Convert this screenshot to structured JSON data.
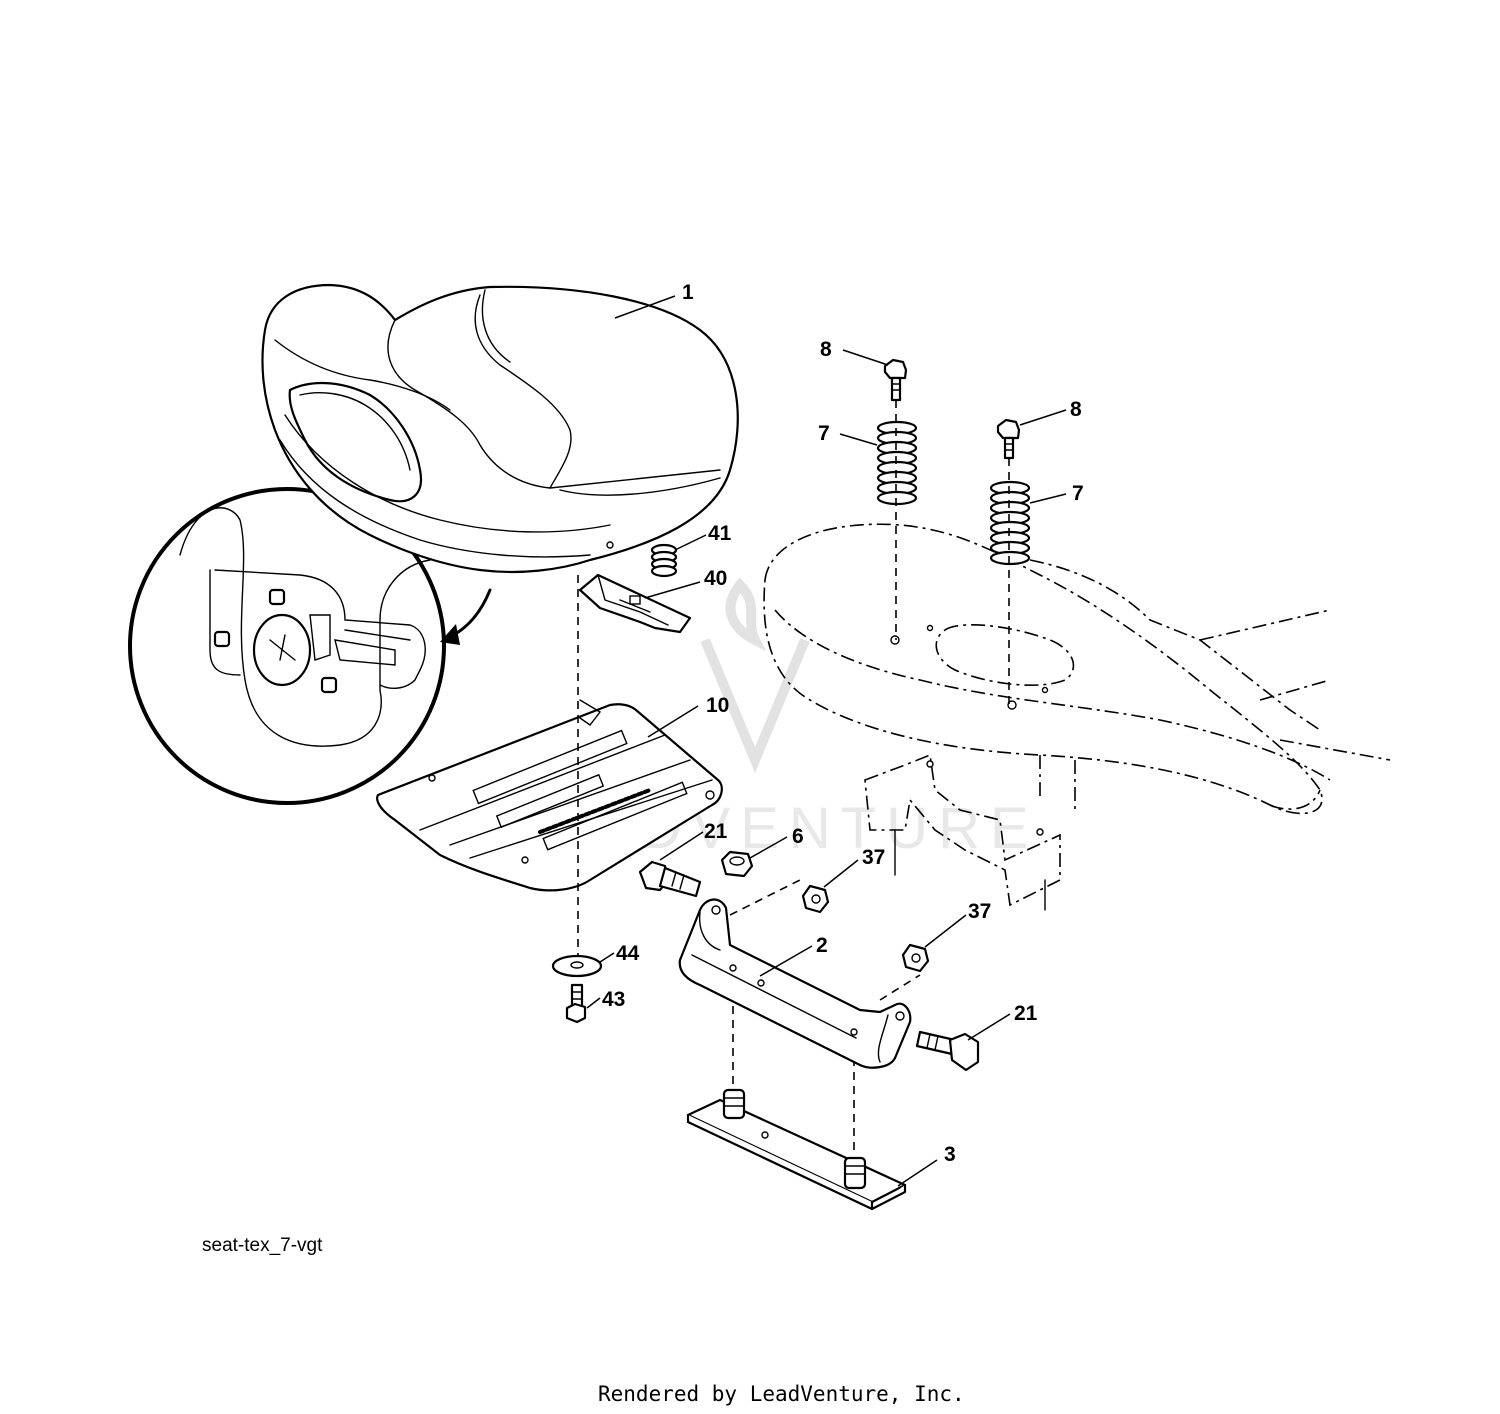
{
  "figure_id": "seat-tex_7-vgt",
  "footer": "Rendered by LeadVenture, Inc.",
  "watermark": "LEADVENTURE",
  "callouts": [
    {
      "id": "c1",
      "label": "1"
    },
    {
      "id": "c8a",
      "label": "8"
    },
    {
      "id": "c8b",
      "label": "8"
    },
    {
      "id": "c7a",
      "label": "7"
    },
    {
      "id": "c7b",
      "label": "7"
    },
    {
      "id": "c41",
      "label": "41"
    },
    {
      "id": "c40",
      "label": "40"
    },
    {
      "id": "c10",
      "label": "10"
    },
    {
      "id": "c21a",
      "label": "21"
    },
    {
      "id": "c6",
      "label": "6"
    },
    {
      "id": "c37a",
      "label": "37"
    },
    {
      "id": "c37b",
      "label": "37"
    },
    {
      "id": "c2",
      "label": "2"
    },
    {
      "id": "c44",
      "label": "44"
    },
    {
      "id": "c43",
      "label": "43"
    },
    {
      "id": "c21b",
      "label": "21"
    },
    {
      "id": "c3",
      "label": "3"
    }
  ]
}
